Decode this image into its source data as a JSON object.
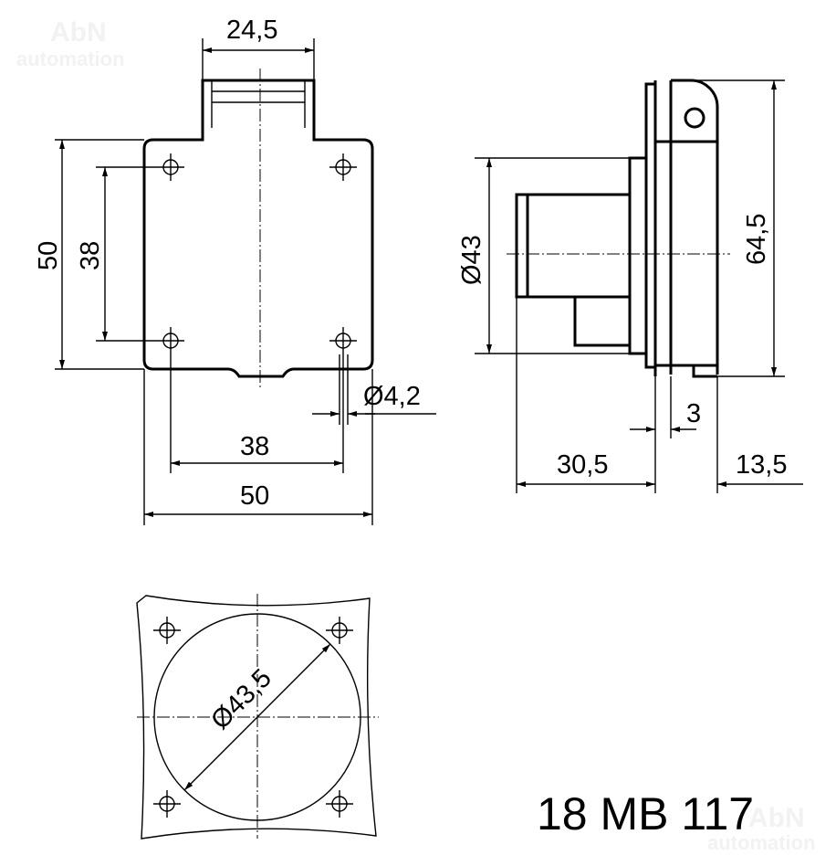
{
  "watermark": {
    "brand": "AbN",
    "sub": "automation"
  },
  "front_view": {
    "dim_tab_width": "24,5",
    "dim_height": "50",
    "dim_hole_v": "38",
    "dim_hole_h": "38",
    "dim_width": "50",
    "dim_hole_dia": "Ø4,2"
  },
  "side_view": {
    "dim_dia": "Ø43",
    "dim_height": "64,5",
    "dim_flange": "3",
    "dim_depth_back": "30,5",
    "dim_depth_front": "13,5"
  },
  "cutout_view": {
    "dim_dia": "Ø43,5"
  },
  "part_number": "18 MB 117"
}
